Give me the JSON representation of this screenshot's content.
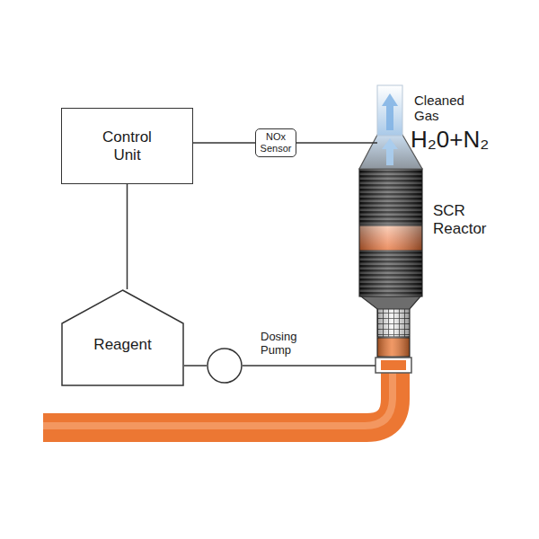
{
  "diagram": {
    "nodes": [
      {
        "text": [
          "Control Unit"
        ]
      },
      {
        "text": [
          "NOx Sensor"
        ]
      },
      {
        "text": [
          "SCR Reactor"
        ]
      },
      {
        "text": [
          "Reagent"
        ]
      },
      {
        "text": [
          "Dosing Pump"
        ]
      }
    ],
    "edges": [
      {
        "from": 0,
        "to": 1,
        "arrow": "none"
      },
      {
        "from": 1,
        "to": 2,
        "arrow": "none"
      },
      {
        "from": 0,
        "to": 3,
        "arrow": "none"
      },
      {
        "from": 3,
        "to": 4,
        "arrow": "none"
      },
      {
        "from": 4,
        "to": 2,
        "arrow": "none"
      }
    ],
    "labels": [
      "Cleaned Gas",
      "H₂0+N₂"
    ]
  }
}
